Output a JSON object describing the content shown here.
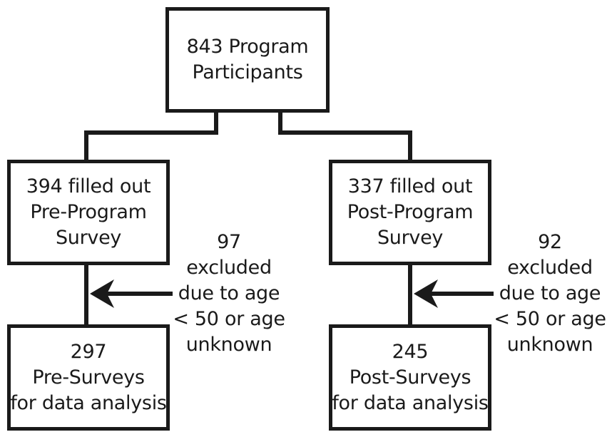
{
  "flowchart": {
    "top": {
      "line1": "843 Program",
      "line2": "Participants"
    },
    "pre_survey": {
      "line1": "394 filled out",
      "line2": "Pre-Program",
      "line3": "Survey"
    },
    "post_survey": {
      "line1": "337 filled out",
      "line2": "Post-Program",
      "line3": "Survey"
    },
    "pre_exclusion": {
      "line1": "97",
      "line2": "excluded",
      "line3": "due to age",
      "line4": "< 50 or age",
      "line5": "unknown"
    },
    "post_exclusion": {
      "line1": "92",
      "line2": "excluded",
      "line3": "due to age",
      "line4": "< 50 or age",
      "line5": "unknown"
    },
    "pre_final": {
      "line1": "297",
      "line2": "Pre-Surveys",
      "line3": "for data analysis"
    },
    "post_final": {
      "line1": "245",
      "line2": "Post-Surveys",
      "line3": "for data analysis"
    },
    "colors": {
      "stroke": "#1a1a1a",
      "background": "#ffffff"
    }
  }
}
